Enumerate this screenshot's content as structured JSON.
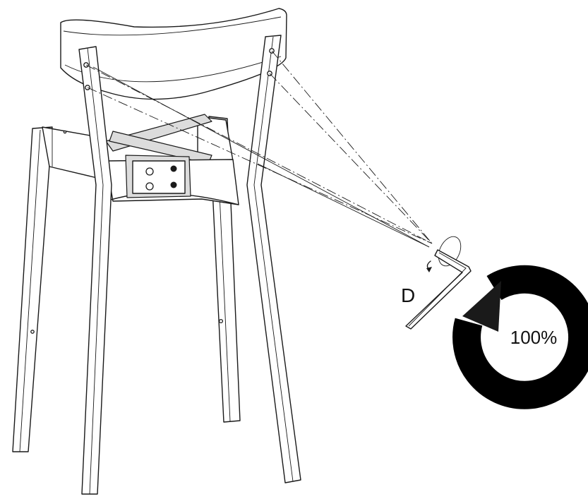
{
  "step": {
    "tool_label": "D",
    "tighten_percent": "100%",
    "icons": [
      "chair-assembly",
      "allen-key",
      "rotation-arrow"
    ]
  }
}
